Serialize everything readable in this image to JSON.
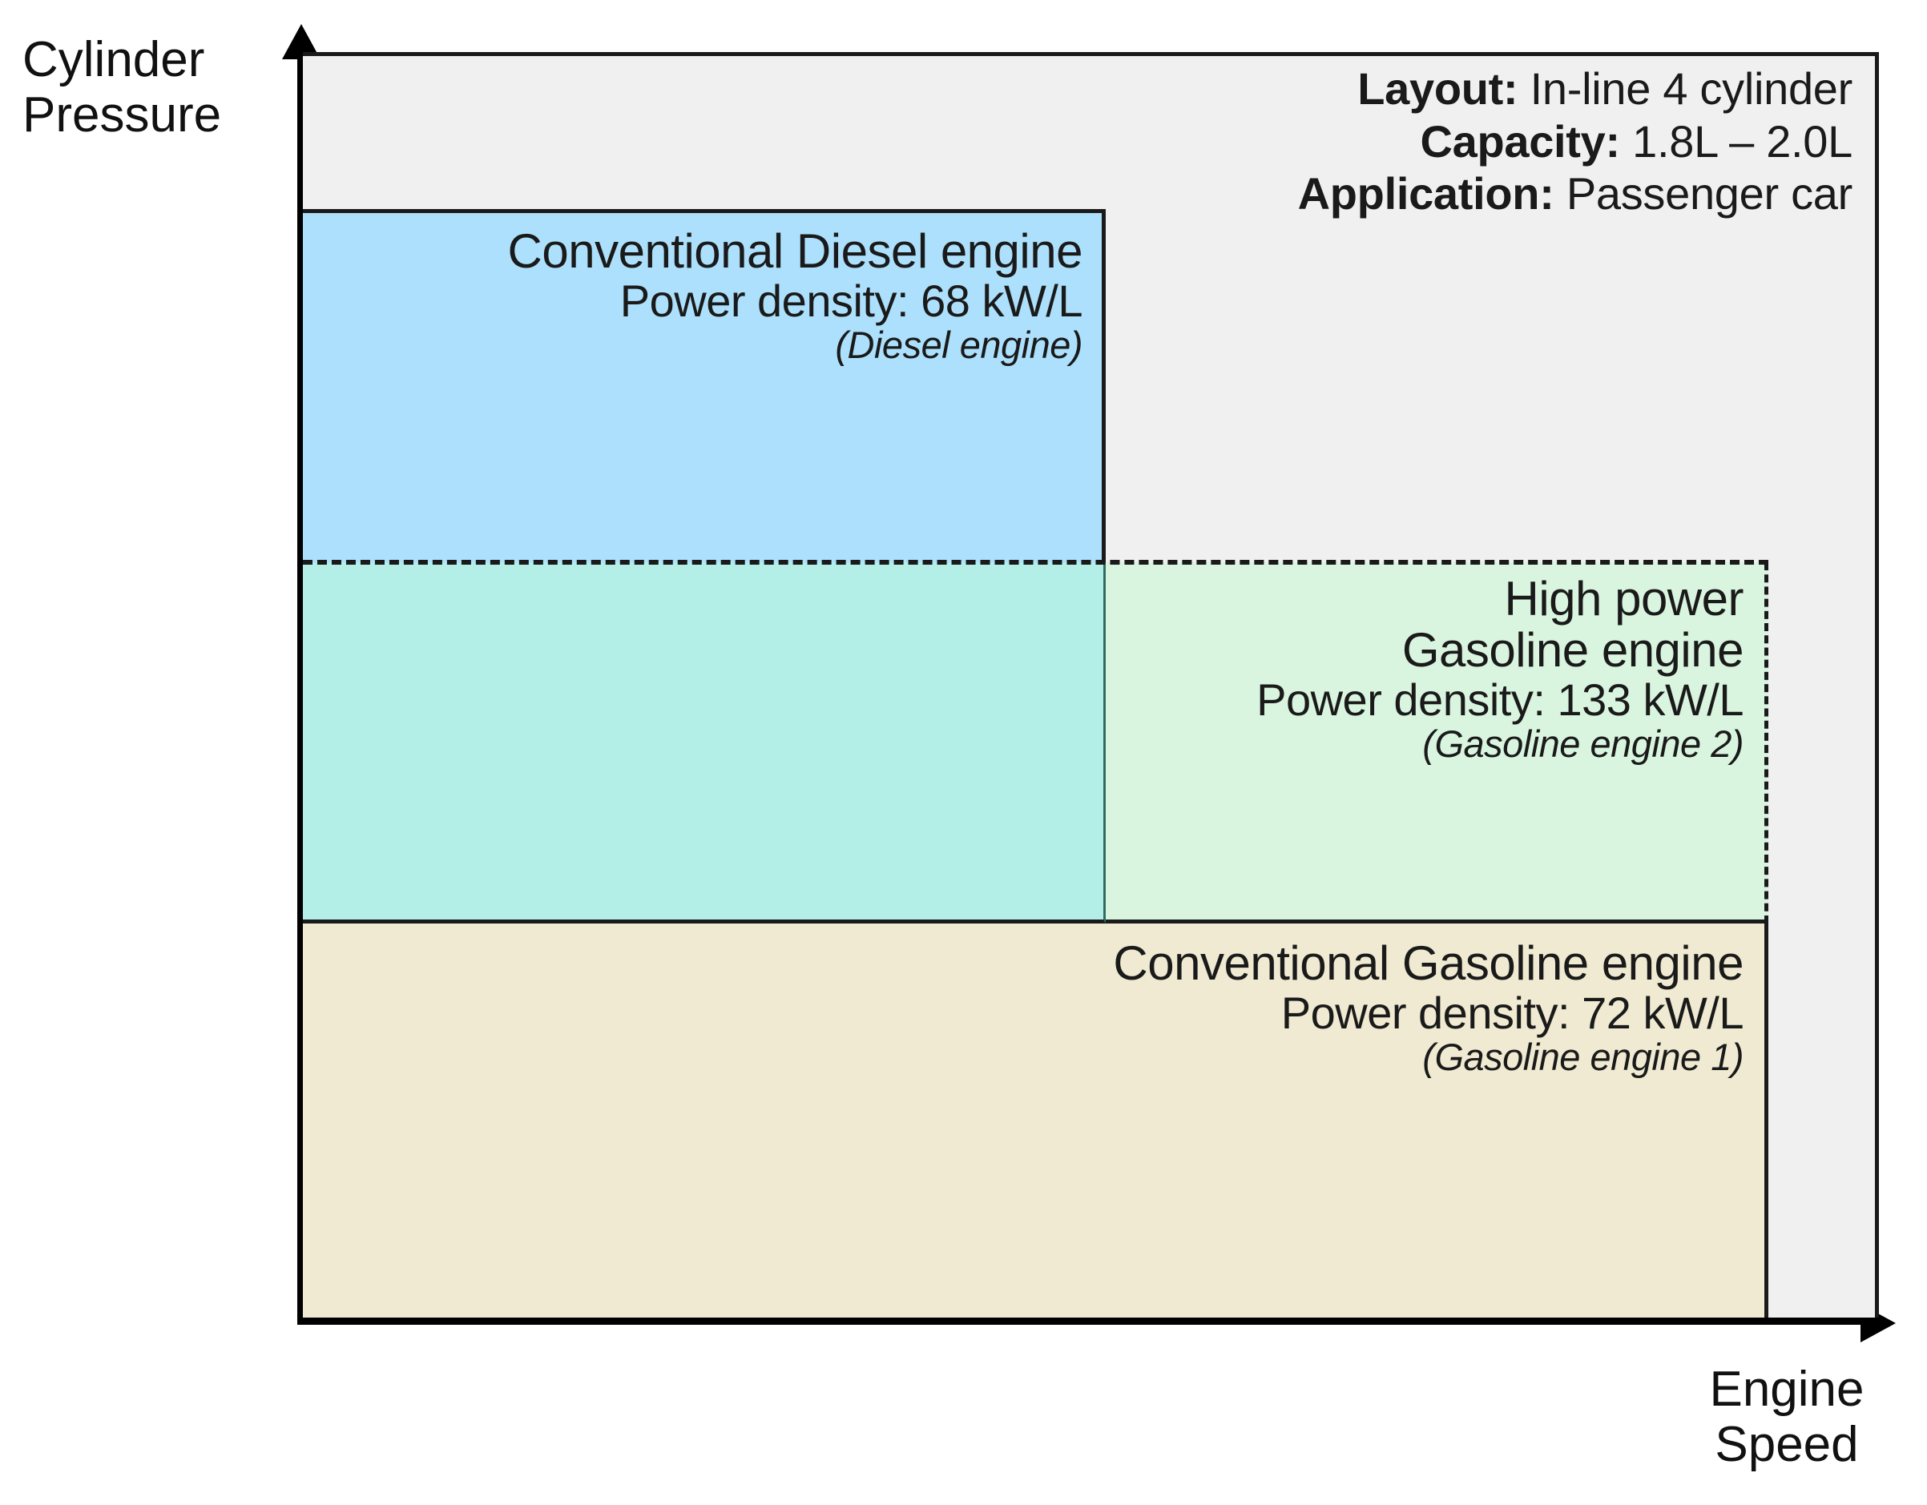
{
  "chart_data": {
    "type": "diagram",
    "title": "",
    "xlabel": "Engine Speed",
    "ylabel": "Cylinder Pressure",
    "axes": {
      "y": {
        "label": "Cylinder\nPressure",
        "arrow": "up",
        "ticks": []
      },
      "x": {
        "label": "Engine\nSpeed",
        "arrow": "right",
        "ticks": []
      }
    },
    "legend": "none",
    "grid": false,
    "regions": [
      {
        "id": "diesel",
        "title": "Conventional Diesel engine",
        "density": "Power density: 68 kW/L",
        "note": "(Diesel engine)",
        "color": "#ace0fc",
        "speed_range": "low",
        "pressure_range": "high",
        "border": "solid"
      },
      {
        "id": "overlap",
        "title": "",
        "density": "",
        "note": "",
        "color": "#b3eee7",
        "speed_range": "low",
        "pressure_range": "mid",
        "border": "solid"
      },
      {
        "id": "high-power-gasoline",
        "title": "High power\nGasoline engine",
        "density": "Power density: 133 kW/L",
        "note": "(Gasoline engine 2)",
        "color": "#d9f5df",
        "speed_range": "high",
        "pressure_range": "mid",
        "border": "dashed"
      },
      {
        "id": "conventional-gasoline",
        "title": "Conventional Gasoline engine",
        "density": "Power density: 72 kW/L",
        "note": "(Gasoline engine 1)",
        "color": "#efead1",
        "speed_range": "full",
        "pressure_range": "low",
        "border": "solid"
      }
    ],
    "annotation": {
      "rows": [
        {
          "key": "Layout:",
          "value": "In-line 4 cylinder"
        },
        {
          "key": "Capacity:",
          "value": "1.8L – 2.0L"
        },
        {
          "key": "Application:",
          "value": "Passenger car"
        }
      ]
    },
    "colors": {
      "diesel": "#ace0fc",
      "overlap": "#b3eee7",
      "high_power_gasoline": "#d9f5df",
      "conventional_gasoline": "#efead1",
      "plot_background": "#f0f0f0",
      "axis": "#000000",
      "text": "#1a1a1a"
    }
  },
  "axes": {
    "y_label": "Cylinder\nPressure",
    "x_label": "Engine\nSpeed"
  },
  "regions": {
    "diesel": {
      "title": "Conventional Diesel engine",
      "density": "Power density: 68 kW/L",
      "note": "(Diesel engine)"
    },
    "high_power_gasoline": {
      "title": "High power\nGasoline engine",
      "density": "Power density: 133 kW/L",
      "note": "(Gasoline engine 2)"
    },
    "conventional_gasoline": {
      "title": "Conventional Gasoline engine",
      "density": "Power density: 72 kW/L",
      "note": "(Gasoline engine 1)"
    }
  },
  "annotation": {
    "layout_key": "Layout:",
    "layout_value": "In-line 4 cylinder",
    "capacity_key": "Capacity:",
    "capacity_value": "1.8L – 2.0L",
    "application_key": "Application:",
    "application_value": "Passenger car"
  }
}
